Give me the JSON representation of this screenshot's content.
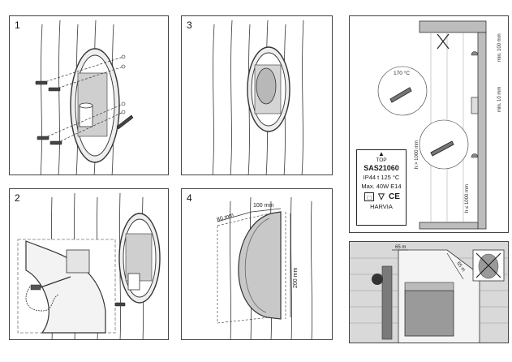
{
  "steps": [
    "1",
    "2",
    "3",
    "4"
  ],
  "dimensions": {
    "depth": "80 mm",
    "width": "100 mm",
    "height": "200 mm",
    "min_top": "min. 100 mm",
    "min_side": "min. 10 mm",
    "h_upper": "h > 1000 mm",
    "h_lower": "h ≤ 1000 mm",
    "temperature": "170 °C",
    "heater_gap_top": "65 m",
    "heater_gap_side": "65 m"
  },
  "product_label": {
    "top": "TOP",
    "model": "SAS21060",
    "line1": "IP44  t 125 °C",
    "line2": "Max. 40W  E14",
    "brand": "HARVIA",
    "symbols": [
      "□",
      "▽",
      "CE"
    ]
  },
  "icons": [
    "screw-icon",
    "no-symbol-icon"
  ]
}
